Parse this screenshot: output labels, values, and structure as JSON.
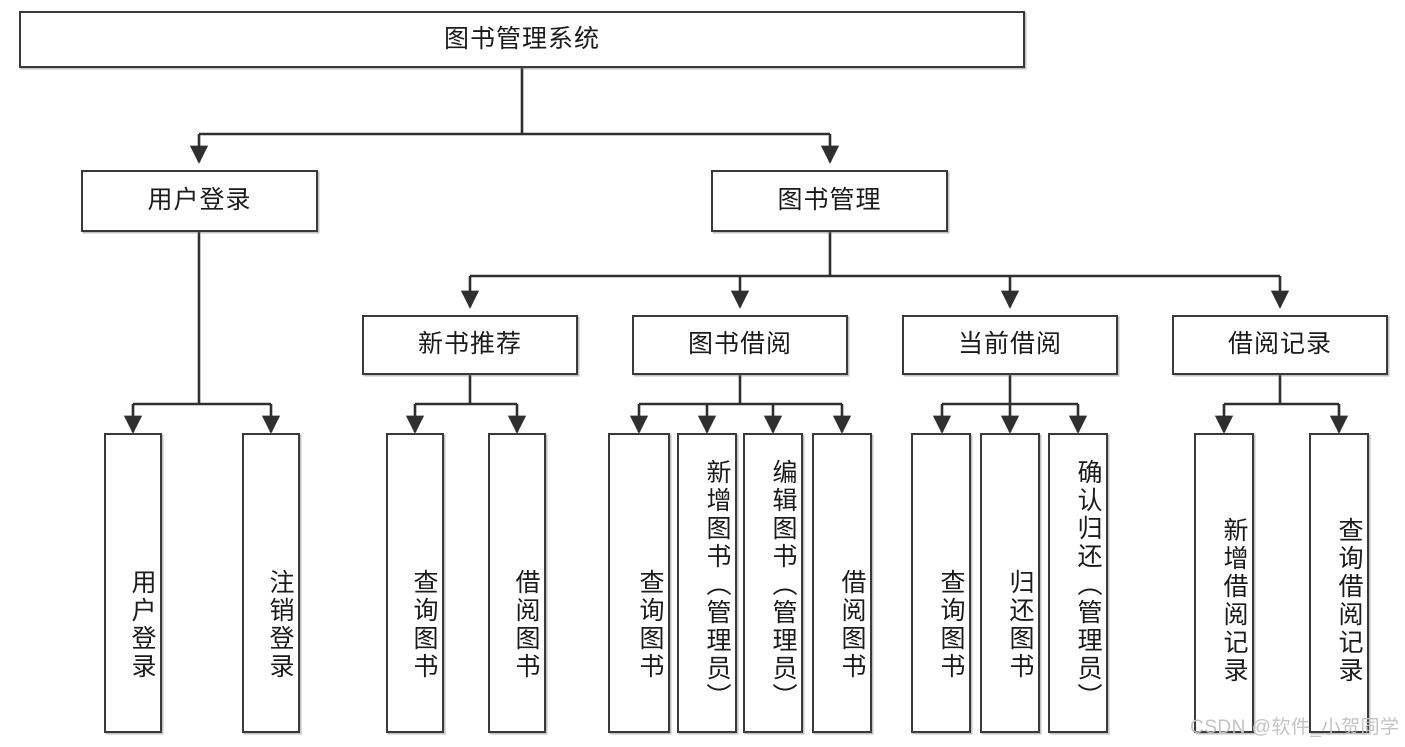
{
  "diagram": {
    "type": "tree",
    "title": "图书管理系统",
    "orientation": "top-down",
    "colors": {
      "box_border": "#3a3a3a",
      "box_fill": "#ffffff",
      "edge": "#2f2f2f",
      "text": "#1b1b1b",
      "watermark": "#c3c3c3"
    },
    "root": {
      "id": "root",
      "label": "图书管理系统",
      "orientation": "horizontal"
    },
    "level2": [
      {
        "id": "user-login",
        "label": "用户登录",
        "orientation": "horizontal"
      },
      {
        "id": "book-management",
        "label": "图书管理",
        "orientation": "horizontal"
      }
    ],
    "level3": [
      {
        "id": "new-book-recommend",
        "label": "新书推荐",
        "orientation": "horizontal",
        "parent": "book-management"
      },
      {
        "id": "book-borrow",
        "label": "图书借阅",
        "orientation": "horizontal",
        "parent": "book-management"
      },
      {
        "id": "current-borrow",
        "label": "当前借阅",
        "orientation": "horizontal",
        "parent": "book-management"
      },
      {
        "id": "borrow-record",
        "label": "借阅记录",
        "orientation": "horizontal",
        "parent": "book-management"
      }
    ],
    "leaves": [
      {
        "id": "leaf-user-login",
        "label": "用户登录",
        "parent": "user-login",
        "orientation": "vertical"
      },
      {
        "id": "leaf-logout",
        "label": "注销登录",
        "parent": "user-login",
        "orientation": "vertical"
      },
      {
        "id": "leaf-query-book-1",
        "label": "查询图书",
        "parent": "new-book-recommend",
        "orientation": "vertical"
      },
      {
        "id": "leaf-borrow-book-1",
        "label": "借阅图书",
        "parent": "new-book-recommend",
        "orientation": "vertical"
      },
      {
        "id": "leaf-query-book-2",
        "label": "查询图书",
        "parent": "book-borrow",
        "orientation": "vertical"
      },
      {
        "id": "leaf-add-book",
        "label": "新增图书（管理员）",
        "parent": "book-borrow",
        "orientation": "vertical"
      },
      {
        "id": "leaf-edit-book",
        "label": "编辑图书（管理员）",
        "parent": "book-borrow",
        "orientation": "vertical"
      },
      {
        "id": "leaf-borrow-book-2",
        "label": "借阅图书",
        "parent": "book-borrow",
        "orientation": "vertical"
      },
      {
        "id": "leaf-query-book-3",
        "label": "查询图书",
        "parent": "current-borrow",
        "orientation": "vertical"
      },
      {
        "id": "leaf-return-book",
        "label": "归还图书",
        "parent": "current-borrow",
        "orientation": "vertical"
      },
      {
        "id": "leaf-confirm-return",
        "label": "确认归还（管理员）",
        "parent": "current-borrow",
        "orientation": "vertical"
      },
      {
        "id": "leaf-add-record",
        "label": "新增借阅记录",
        "parent": "borrow-record",
        "orientation": "vertical"
      },
      {
        "id": "leaf-query-record",
        "label": "查询借阅记录",
        "parent": "borrow-record",
        "orientation": "vertical"
      }
    ]
  },
  "watermark": {
    "text": "CSDN @软件_小贺同学"
  }
}
